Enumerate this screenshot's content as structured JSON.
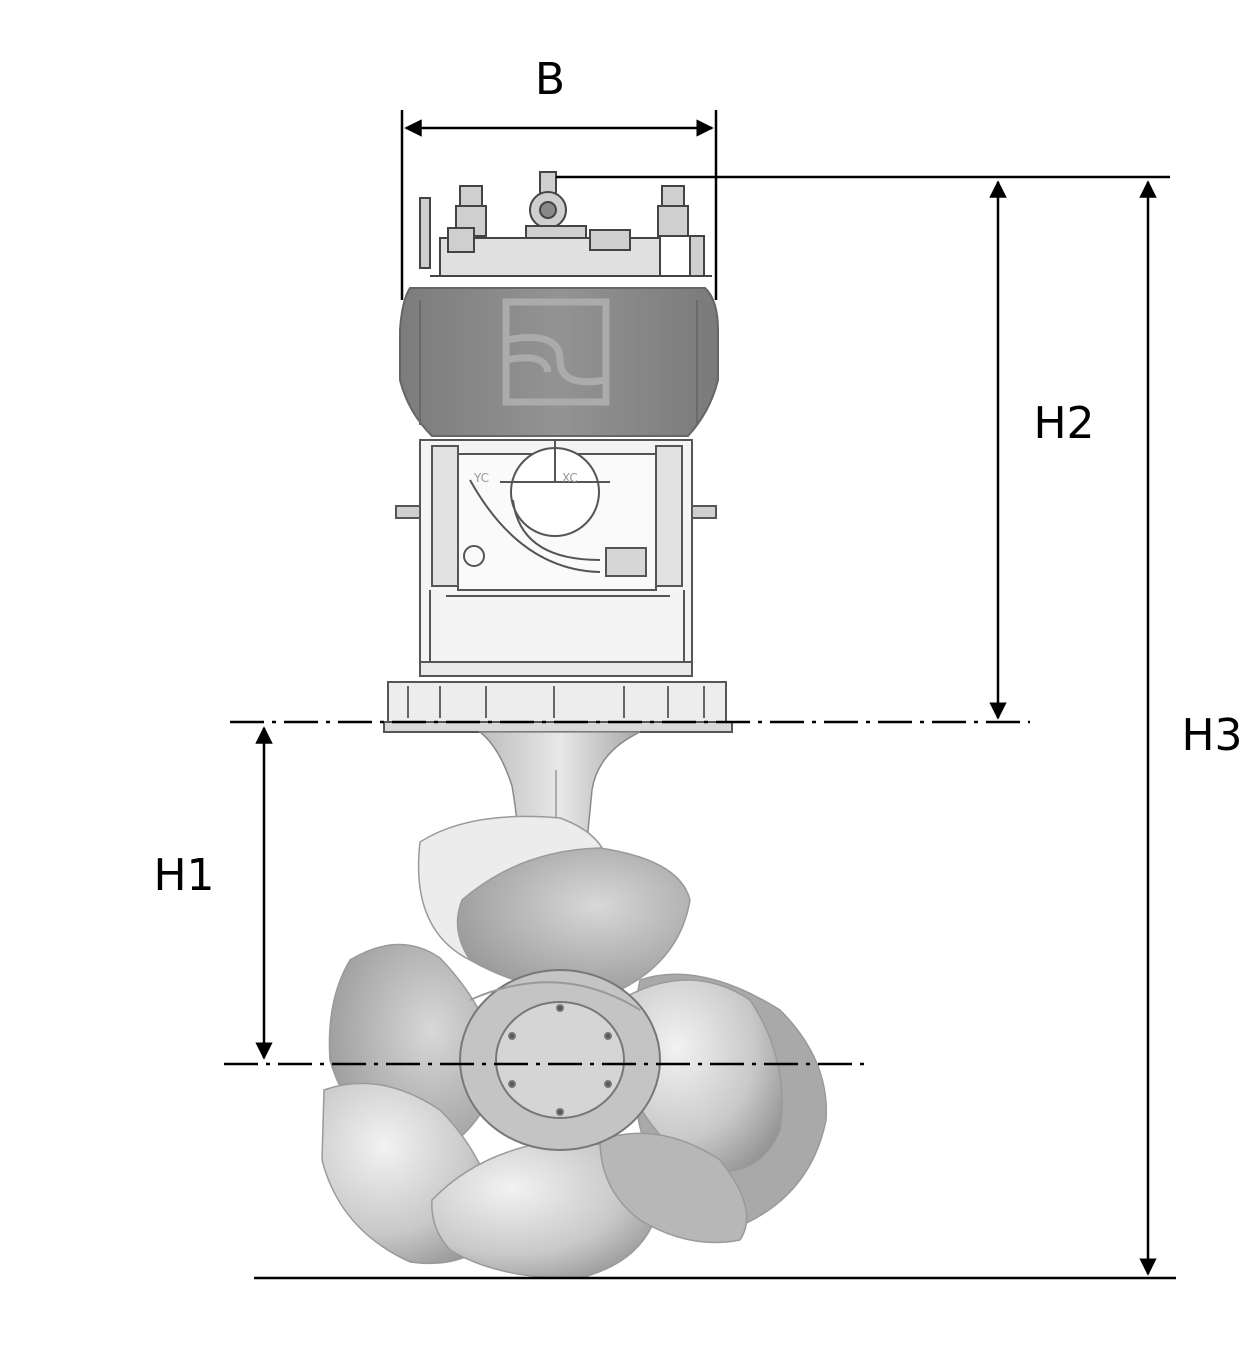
{
  "labels": {
    "width": "B",
    "height_1": "H1",
    "height_2": "H2",
    "height_3": "H3"
  },
  "small_marks": {
    "y_axis": "YC",
    "x_axis": "XC"
  },
  "colors": {
    "line": "#000000",
    "housing": "#8a8a8a",
    "housing_dark": "#6f6f6f",
    "frame_line": "#555555",
    "propeller_light": "#e6e6e6",
    "propeller_mid": "#b9b9b9",
    "propeller_dark": "#8c8c8c",
    "logo": "#a9a9a9"
  }
}
